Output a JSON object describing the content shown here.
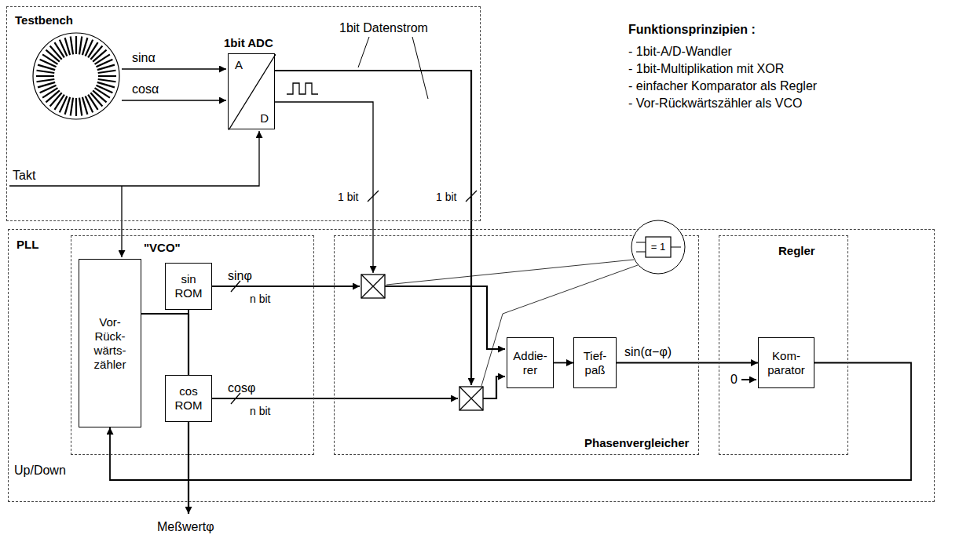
{
  "diagram": {
    "nodes": [
      {
        "text": [
          "Testbench"
        ]
      },
      {
        "text": [
          "1bit ADC",
          "A",
          "D"
        ],
        "in": 0
      },
      {
        "text": [
          "PLL"
        ]
      },
      {
        "text": [
          "\"VCO\""
        ],
        "in": 2
      },
      {
        "text": [
          "Vor- Rück- wärts- zähler"
        ],
        "in": 3
      },
      {
        "text": [
          "sin ROM"
        ],
        "in": 3
      },
      {
        "text": [
          "cos ROM"
        ],
        "in": 3
      },
      {
        "text": [
          "Phasenvergleicher"
        ],
        "in": 2
      },
      {
        "text": [
          "Addie- rer"
        ],
        "in": 7
      },
      {
        "text": [
          "Tief- paß"
        ],
        "in": 7
      },
      {
        "text": [
          "Regler"
        ],
        "in": 2
      },
      {
        "text": [
          "Kom- parator"
        ],
        "in": 10
      },
      {
        "text": [
          "= 1"
        ]
      }
    ],
    "edges": [
      {
        "from": 4,
        "to": 5,
        "arrow": "to"
      },
      {
        "from": 4,
        "to": 6,
        "arrow": "to"
      },
      {
        "from": 8,
        "to": 9,
        "arrow": "to"
      },
      {
        "from": 9,
        "to": 11,
        "label": "sin(α−φ)",
        "arrow": "to"
      },
      {
        "from": 11,
        "to": 4,
        "label": "Up/Down",
        "arrow": "to"
      }
    ],
    "labels": [
      "sinα",
      "cosα",
      "Takt",
      "1bit Datenstrom",
      "1 bit",
      "1 bit",
      "sinφ",
      "n bit",
      "cosφ",
      "n bit",
      "0",
      "Meßwertφ",
      "Funktionsprinzipien :",
      "- 1bit-A/D-Wandler",
      "- 1bit-Multiplikation mit XOR",
      "- einfacher Komparator als Regler",
      "- Vor-Rückwärtszähler als VCO"
    ]
  }
}
